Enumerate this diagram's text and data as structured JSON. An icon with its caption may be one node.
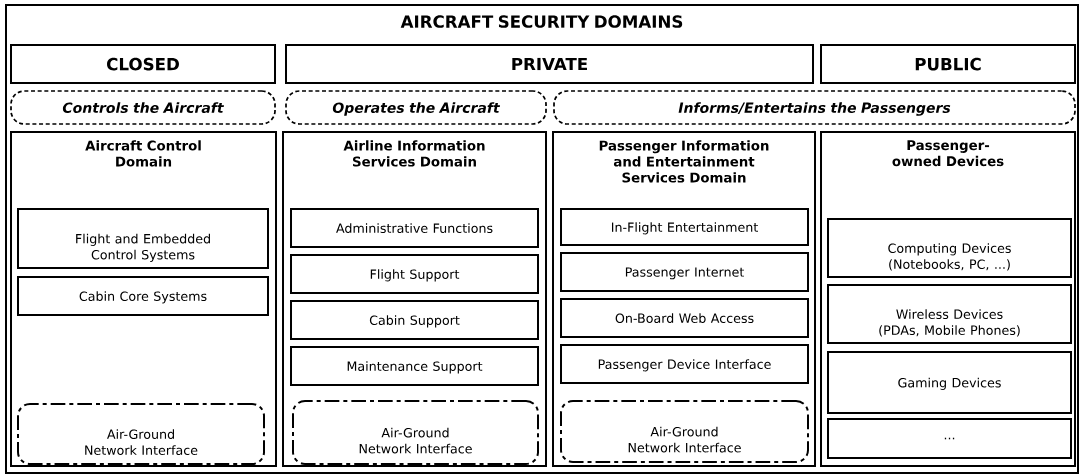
{
  "diagram": {
    "nodes": [
      {
        "text": [
          "AIRCRAFT SECURITY DOMAINS"
        ]
      },
      {
        "text": [
          "CLOSED"
        ],
        "in": 0
      },
      {
        "text": [
          "PRIVATE"
        ],
        "in": 0
      },
      {
        "text": [
          "PUBLIC"
        ],
        "in": 0
      },
      {
        "text": [
          "Controls the Aircraft"
        ],
        "in": 0
      },
      {
        "text": [
          "Operates the Aircraft"
        ],
        "in": 0
      },
      {
        "text": [
          "Informs/Entertains the Passengers"
        ],
        "in": 0
      },
      {
        "text": [
          "Aircraft Control Domain"
        ],
        "in": 0
      },
      {
        "text": [
          "Flight and Embedded Control Systems"
        ],
        "in": 7
      },
      {
        "text": [
          "Cabin Core Systems"
        ],
        "in": 7
      },
      {
        "text": [
          "Air-Ground Network Interface"
        ],
        "in": 7
      },
      {
        "text": [
          "Airline Information Services Domain"
        ],
        "in": 0
      },
      {
        "text": [
          "Administrative Functions"
        ],
        "in": 11
      },
      {
        "text": [
          "Flight Support"
        ],
        "in": 11
      },
      {
        "text": [
          "Cabin Support"
        ],
        "in": 11
      },
      {
        "text": [
          "Maintenance Support"
        ],
        "in": 11
      },
      {
        "text": [
          "Air-Ground Network Interface"
        ],
        "in": 11
      },
      {
        "text": [
          "Passenger Information and Entertainment Services Domain"
        ],
        "in": 0
      },
      {
        "text": [
          "In-Flight Entertainment"
        ],
        "in": 17
      },
      {
        "text": [
          "Passenger Internet"
        ],
        "in": 17
      },
      {
        "text": [
          "On-Board Web Access"
        ],
        "in": 17
      },
      {
        "text": [
          "Passenger Device Interface"
        ],
        "in": 17
      },
      {
        "text": [
          "Air-Ground Network Interface"
        ],
        "in": 17
      },
      {
        "text": [
          "Passenger-owned Devices"
        ],
        "in": 0
      },
      {
        "text": [
          "Computing Devices (Notebooks, PC, ...)"
        ],
        "in": 23
      },
      {
        "text": [
          "Wireless Devices (PDAs, Mobile Phones)"
        ],
        "in": 23
      },
      {
        "text": [
          "Gaming Devices"
        ],
        "in": 23
      },
      {
        "text": [
          "..."
        ],
        "in": 23
      }
    ]
  }
}
